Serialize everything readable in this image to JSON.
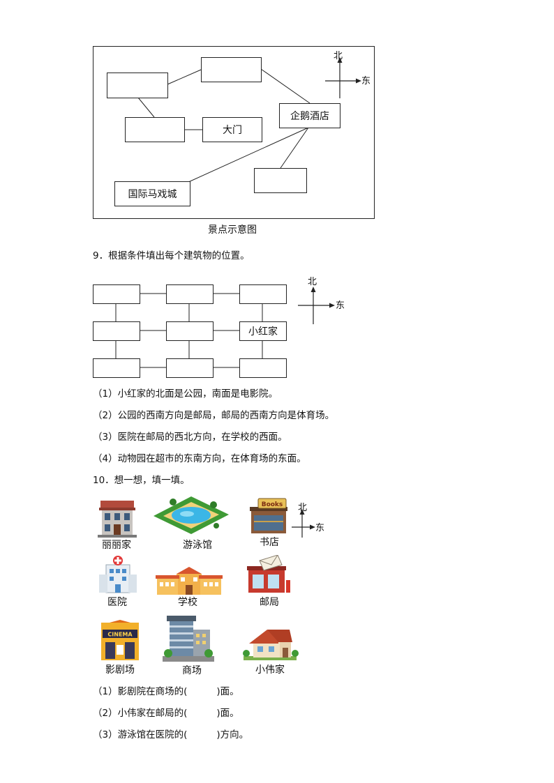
{
  "diagram1": {
    "gate_label": "大门",
    "penguin_hotel_label": "企鹅酒店",
    "circus_label": "国际马戏城",
    "north_label": "北",
    "east_label": "东",
    "caption": "景点示意图"
  },
  "q9": {
    "title": "9．根据条件填出每个建筑物的位置。",
    "home_label": "小红家",
    "north_label": "北",
    "east_label": "东",
    "conditions": [
      "（1）小红家的北面是公园，南面是电影院。",
      "（2）公园的西南方向是邮局，邮局的西南方向是体育场。",
      "（3）医院在邮局的西北方向，在学校的西面。",
      "（4）动物园在超市的东南方向，在体育场的东面。"
    ]
  },
  "q10": {
    "title": "10．想一想，填一填。",
    "north_label": "北",
    "east_label": "东",
    "buildings": {
      "lili_home": "丽丽家",
      "pool": "游泳馆",
      "bookstore": "书店",
      "hospital": "医院",
      "school": "学校",
      "post_office": "邮局",
      "theater": "影剧场",
      "mall": "商场",
      "xiaowei_home": "小伟家"
    },
    "bookstore_sign": "Books",
    "cinema_sign": "CINEMA",
    "questions": [
      {
        "before": "（1）影剧院在商场的(",
        "after": ")面。"
      },
      {
        "before": "（2）小伟家在邮局的(",
        "after": ")面。"
      },
      {
        "before": "（3）游泳馆在医院的(",
        "after": ")方向。"
      }
    ]
  }
}
